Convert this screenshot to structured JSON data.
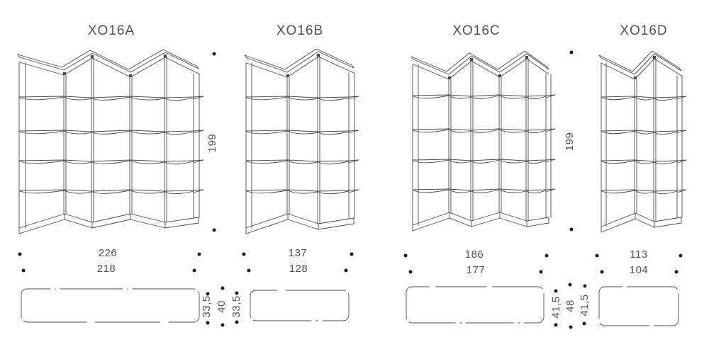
{
  "colors": {
    "line": "#4a4a4c",
    "text": "#515156",
    "dot": "#1f1f22",
    "background": "#ffffff"
  },
  "products": [
    {
      "code": "XO16A",
      "width_total": "226",
      "width_inner": "218",
      "depth_side": "33,5"
    },
    {
      "code": "XO16B",
      "width_total": "137",
      "width_inner": "128",
      "depth_side": "33,5"
    },
    {
      "code": "XO16C",
      "width_total": "186",
      "width_inner": "177",
      "depth_side": "41,5"
    },
    {
      "code": "XO16D",
      "width_total": "113",
      "width_inner": "104",
      "depth_side": "41,5"
    }
  ],
  "shared_dimensions": {
    "height_ab": "199",
    "height_cd": "199",
    "depth_total_ab": "40",
    "depth_total_cd": "48"
  }
}
